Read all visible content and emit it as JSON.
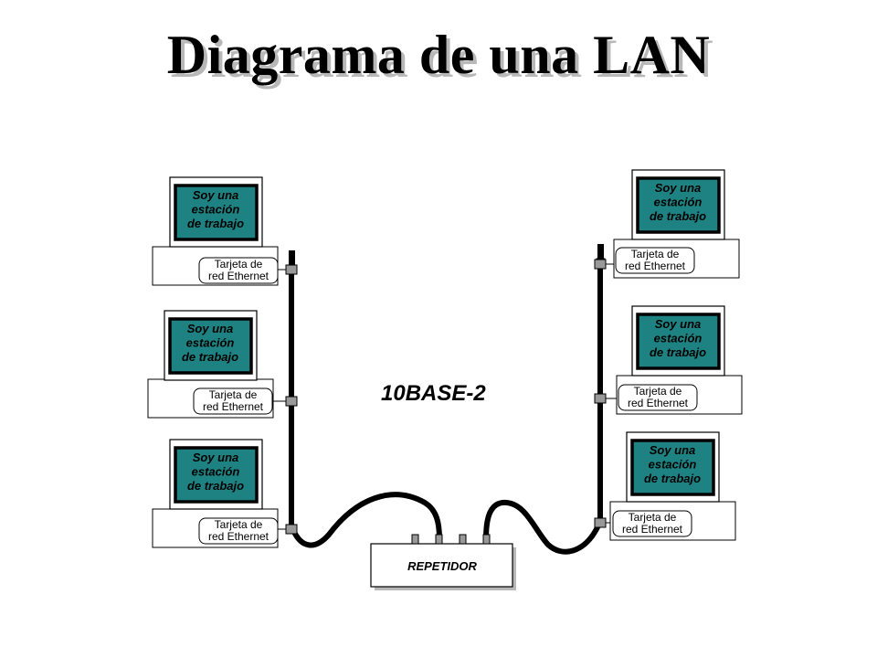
{
  "title": "Diagrama de una LAN",
  "segment_label": "10BASE-2",
  "repeater_label": "REPETIDOR",
  "colors": {
    "screen": "#1f8282",
    "cable": "#000000"
  },
  "workstations": [
    {
      "side": "left",
      "screen_lines": [
        "Soy una",
        "estación",
        "de trabajo"
      ],
      "nic_lines": [
        "Tarjeta de",
        "red Ethernet"
      ]
    },
    {
      "side": "left",
      "screen_lines": [
        "Soy una",
        "estación",
        "de trabajo"
      ],
      "nic_lines": [
        "Tarjeta de",
        "red Ethernet"
      ]
    },
    {
      "side": "left",
      "screen_lines": [
        "Soy una",
        "estación",
        "de trabajo"
      ],
      "nic_lines": [
        "Tarjeta de",
        "red Ethernet"
      ]
    },
    {
      "side": "right",
      "screen_lines": [
        "Soy una",
        "estación",
        "de trabajo"
      ],
      "nic_lines": [
        "Tarjeta de",
        "red Ethernet"
      ]
    },
    {
      "side": "right",
      "screen_lines": [
        "Soy una",
        "estación",
        "de trabajo"
      ],
      "nic_lines": [
        "Tarjeta de",
        "red Ethernet"
      ]
    },
    {
      "side": "right",
      "screen_lines": [
        "Soy una",
        "estación",
        "de trabajo"
      ],
      "nic_lines": [
        "Tarjeta de",
        "red Ethernet"
      ]
    }
  ]
}
